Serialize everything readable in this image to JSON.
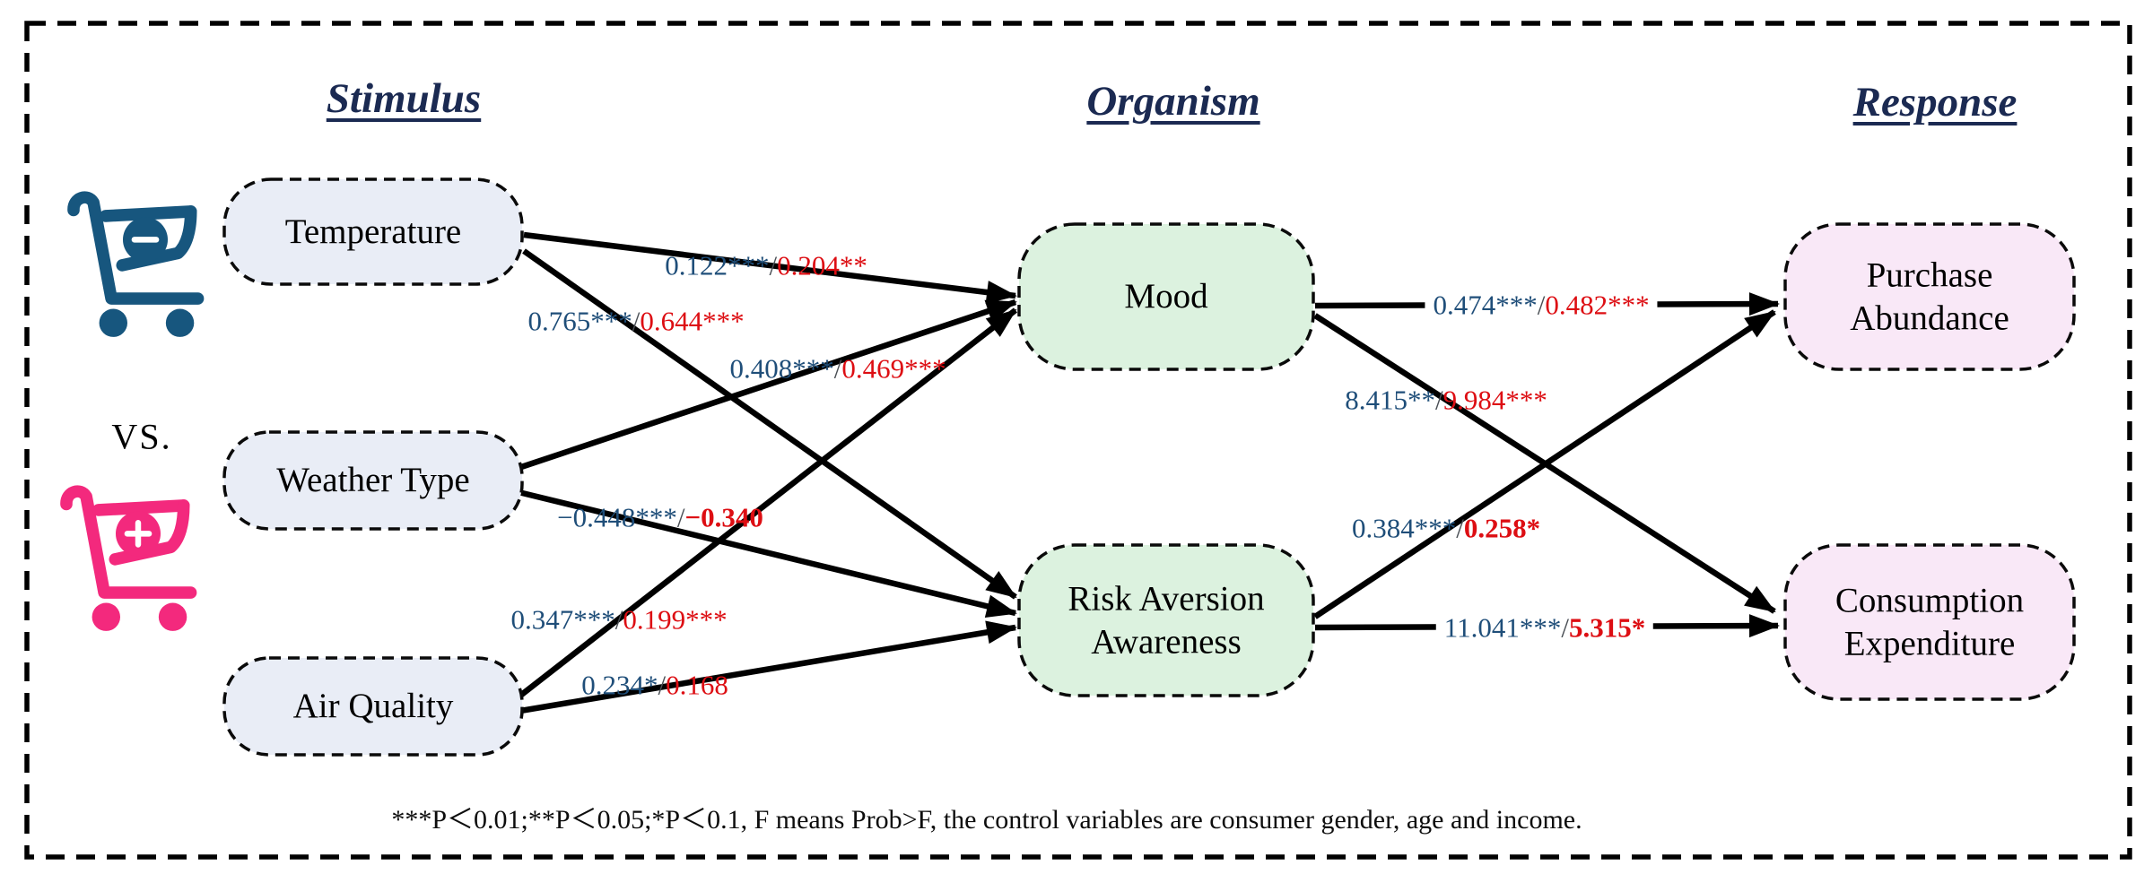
{
  "figure": {
    "headers": {
      "stimulus": "Stimulus",
      "organism": "Organism",
      "response": "Response"
    },
    "vs_label": "VS.",
    "nodes": {
      "temperature": {
        "label": "Temperature",
        "group": "stimulus"
      },
      "weather_type": {
        "label": "Weather Type",
        "group": "stimulus"
      },
      "air_quality": {
        "label": "Air Quality",
        "group": "stimulus"
      },
      "mood": {
        "label": "Mood",
        "group": "organism"
      },
      "risk_aversion": {
        "label": "Risk Aversion Awareness",
        "group": "organism"
      },
      "purchase_abundance": {
        "label": "Purchase Abundance",
        "group": "response"
      },
      "consumption_expenditure": {
        "label": "Consumption Expenditure",
        "group": "response"
      }
    },
    "separator": "/",
    "edges": [
      {
        "from": "Temperature",
        "to": "Mood",
        "coef_blue": "0.122***",
        "coef_red": "0.204**",
        "red_bold": false
      },
      {
        "from": "Temperature",
        "to": "Risk Aversion Awareness",
        "coef_blue": "0.765***",
        "coef_red": "0.644***",
        "red_bold": false
      },
      {
        "from": "Weather Type",
        "to": "Mood",
        "coef_blue": "0.408***",
        "coef_red": "0.469***",
        "red_bold": false
      },
      {
        "from": "Weather Type",
        "to": "Risk Aversion Awareness",
        "coef_blue": "−0.448***",
        "coef_red": "−0.340",
        "red_bold": true
      },
      {
        "from": "Air Quality",
        "to": "Mood",
        "coef_blue": "0.347***",
        "coef_red": "0.199***",
        "red_bold": false
      },
      {
        "from": "Air Quality",
        "to": "Risk Aversion Awareness",
        "coef_blue": "0.234*",
        "coef_red": "0.168",
        "red_bold": false
      },
      {
        "from": "Mood",
        "to": "Purchase Abundance",
        "coef_blue": "0.474***",
        "coef_red": "0.482***",
        "red_bold": false
      },
      {
        "from": "Mood",
        "to": "Consumption Expenditure",
        "coef_blue": "8.415**",
        "coef_red": "9.984***",
        "red_bold": false
      },
      {
        "from": "Risk Aversion Awareness",
        "to": "Purchase Abundance",
        "coef_blue": "0.384***",
        "coef_red": "0.258*",
        "red_bold": true
      },
      {
        "from": "Risk Aversion Awareness",
        "to": "Consumption Expenditure",
        "coef_blue": "11.041***",
        "coef_red": "5.315*",
        "red_bold": true
      }
    ],
    "footnote": "***P＜0.01;**P＜0.05;*P＜0.1, F means Prob>F, the control variables are consumer gender, age and income.",
    "icons": {
      "negative_cart": "cart-minus-icon",
      "positive_cart": "cart-plus-icon"
    },
    "colors": {
      "coefficient_blue": "#1F4E79",
      "coefficient_red": "#DD0E13",
      "header_navy": "#1B2A52",
      "stimulus_node_fill": "#E9EDF6",
      "organism_node_fill": "#DCF2DF",
      "response_node_fill": "#F9E8F7",
      "cart_negative_color": "#17567E",
      "cart_positive_color": "#F3297D"
    }
  }
}
